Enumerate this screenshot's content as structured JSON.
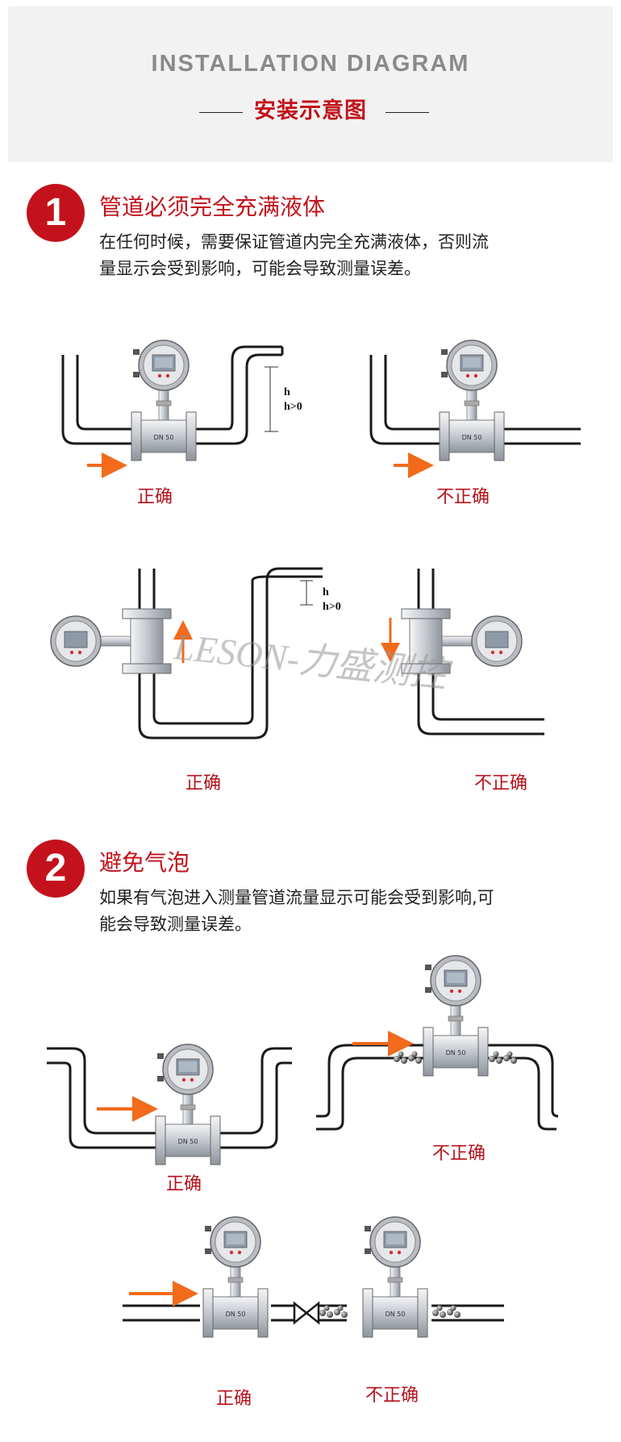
{
  "header": {
    "title_en": "INSTALLATION DIAGRAM",
    "title_cn": "安装示意图"
  },
  "sections": [
    {
      "number": "1",
      "title": "管道必须完全充满液体",
      "desc_line1": "在任何时候，需要保证管道内完全充满液体，否则流",
      "desc_line2": "量显示会受到影响，可能会导致测量误差。"
    },
    {
      "number": "2",
      "title": "避免气泡",
      "desc_line1": "如果有气泡进入测量管道流量显示可能会受到影响,可",
      "desc_line2": "能会导致测量误差。"
    }
  ],
  "labels": {
    "correct": "正确",
    "incorrect": "不正确",
    "h": "h",
    "h_gt_0": "h>0",
    "dn": "DN 50"
  },
  "watermark": "LESON-力盛测控",
  "colors": {
    "accent_red": "#c4121c",
    "arrow_orange": "#f26a1b",
    "pipe": "#1a1a1a",
    "steel": "#c9ccd1"
  }
}
